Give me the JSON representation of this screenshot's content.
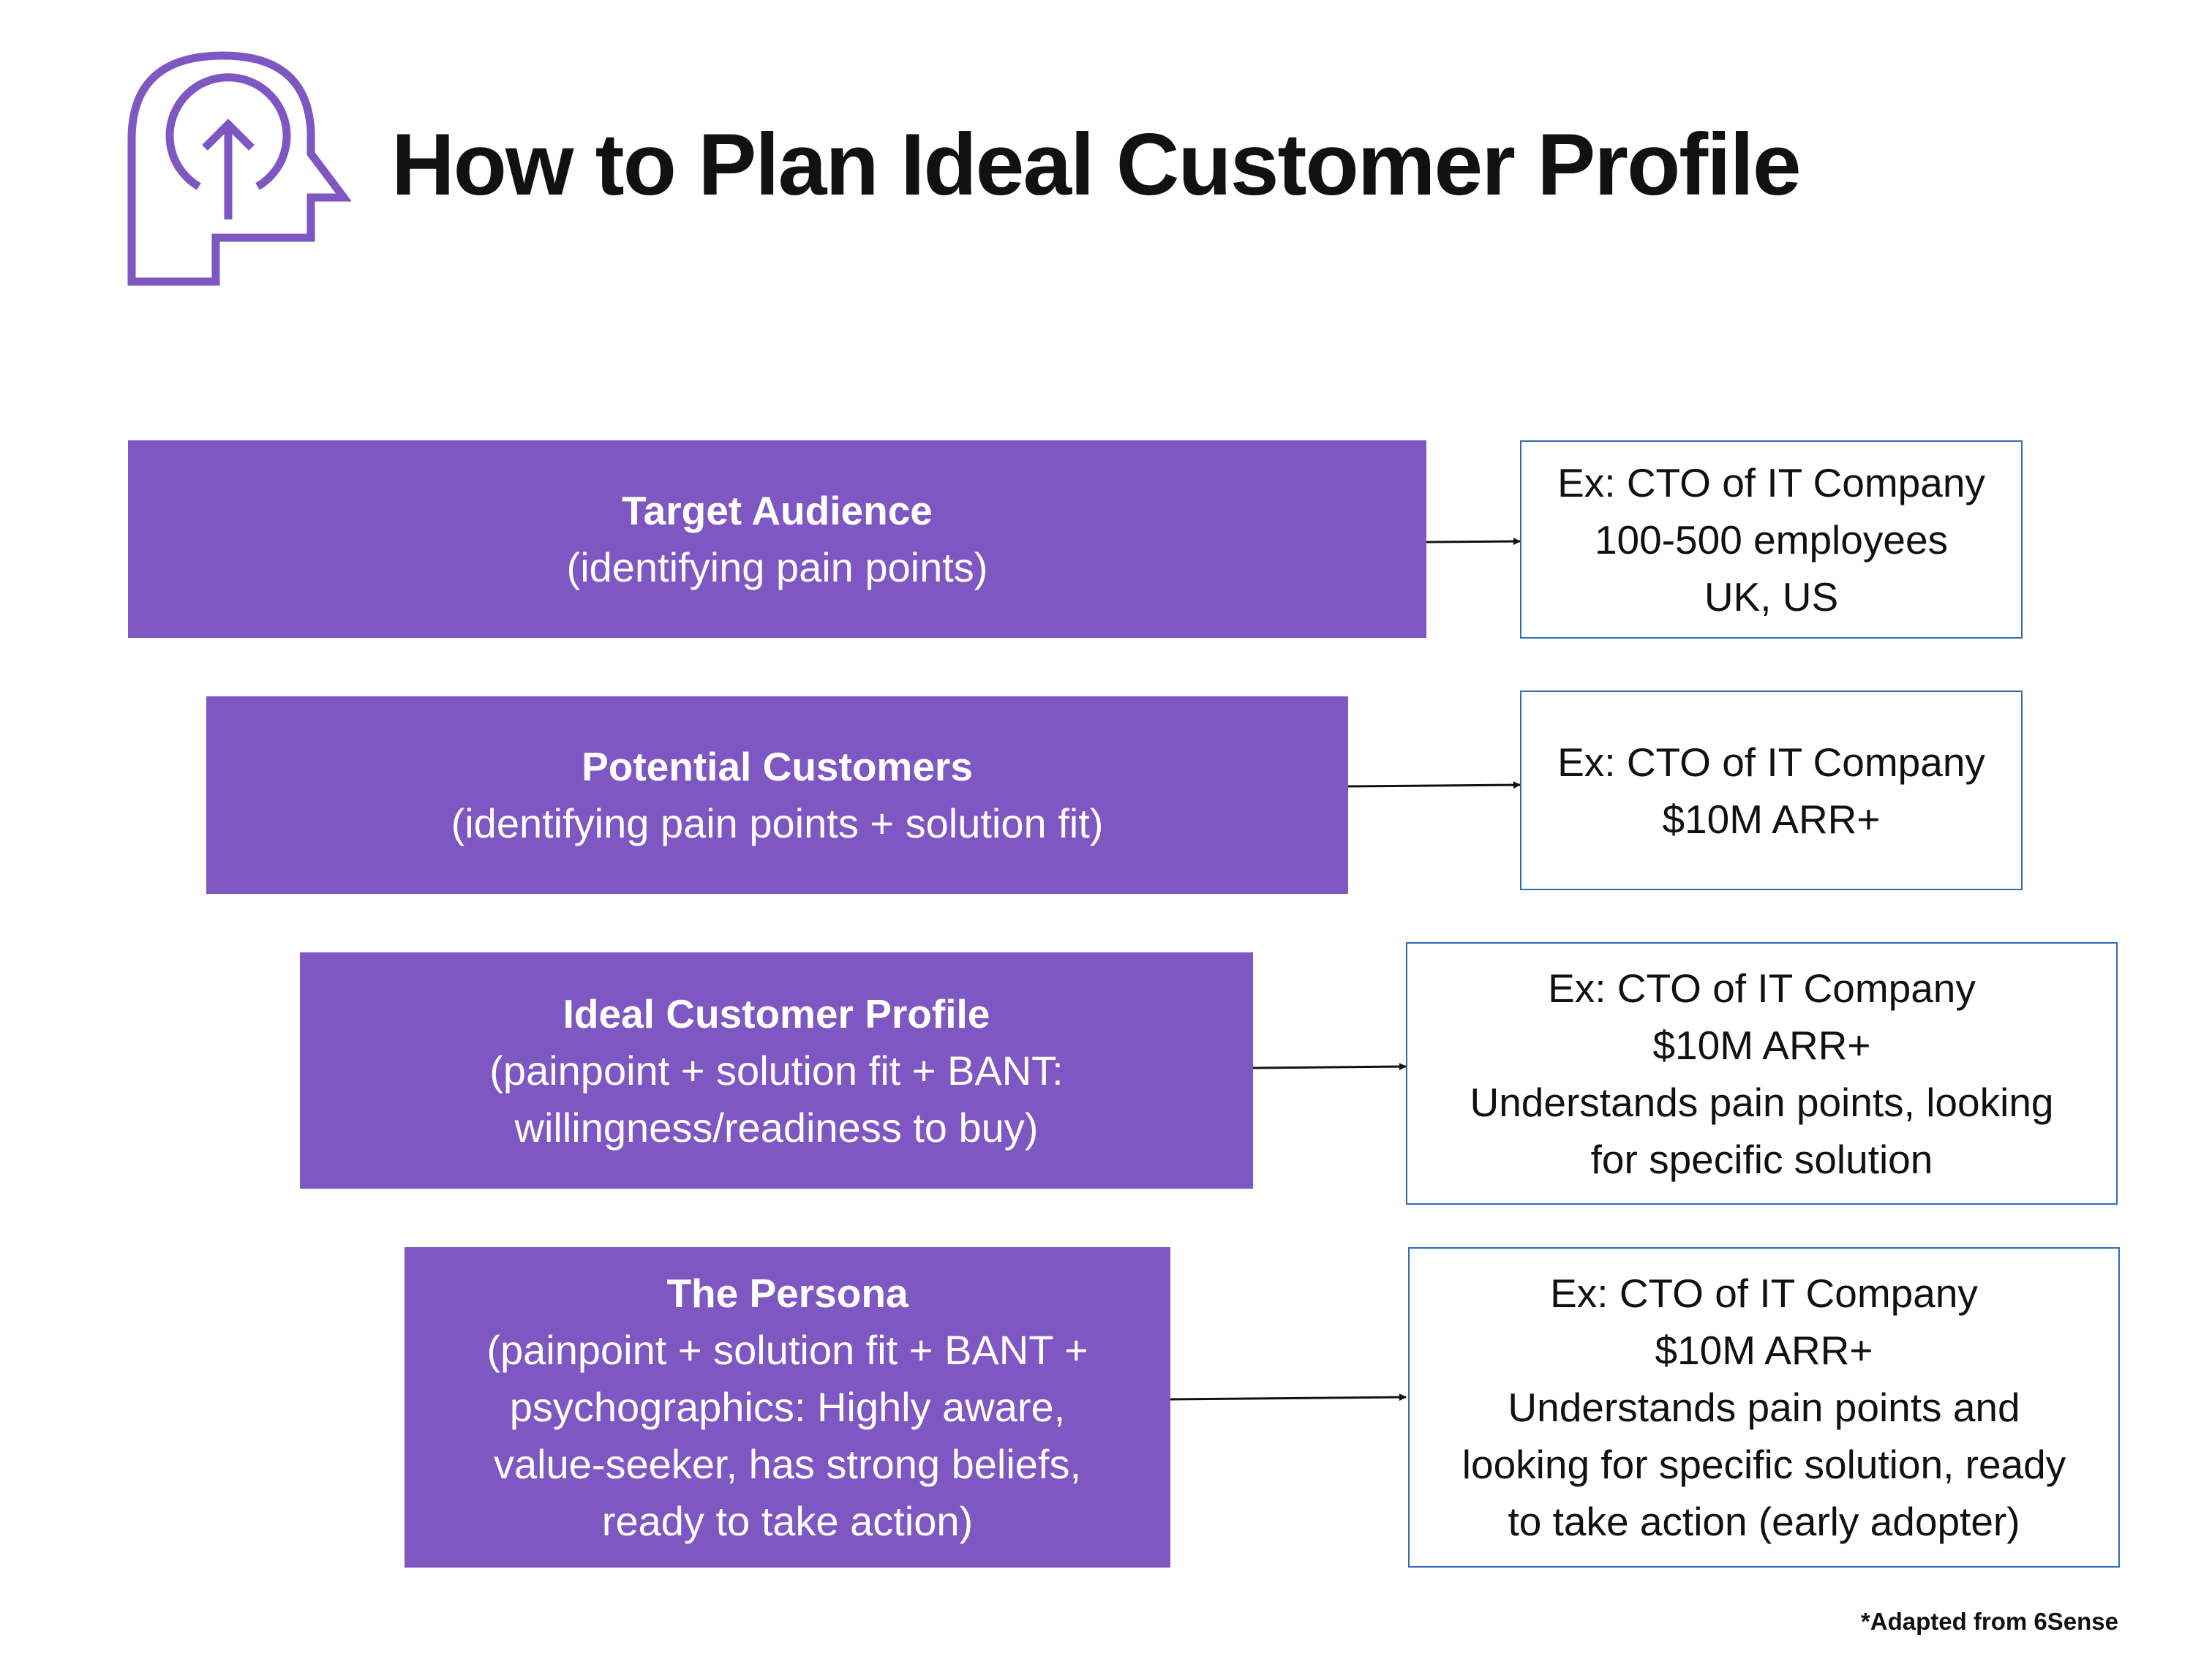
{
  "header": {
    "title": "How to Plan Ideal Customer Profile",
    "icon": "head-upload-icon"
  },
  "colors": {
    "accent": "#7e57c2",
    "example_border": "#2e6db4",
    "text": "#111111"
  },
  "stages": [
    {
      "title": "Target Audience",
      "description": "(identifying pain points)",
      "example": "Ex: CTO of IT Company\n100-500 employees\nUK, US"
    },
    {
      "title": "Potential Customers",
      "description": "(identifying pain points + solution fit)",
      "example": "Ex:  CTO of IT Company\n$10M ARR+"
    },
    {
      "title": "Ideal Customer Profile",
      "description": "(painpoint + solution fit + BANT:\nwillingness/readiness to buy)",
      "example": "Ex:  CTO of IT Company\n$10M ARR+\nUnderstands pain points, looking\nfor specific solution"
    },
    {
      "title": "The Persona",
      "description": "(painpoint + solution fit + BANT +\npsychographics: Highly aware,\nvalue-seeker, has strong beliefs,\nready to take action)",
      "example": "Ex:  CTO of IT Company\n$10M ARR+\nUnderstands pain points and\nlooking for specific solution, ready\nto take action (early adopter)"
    }
  ],
  "footnote": "*Adapted from 6Sense"
}
